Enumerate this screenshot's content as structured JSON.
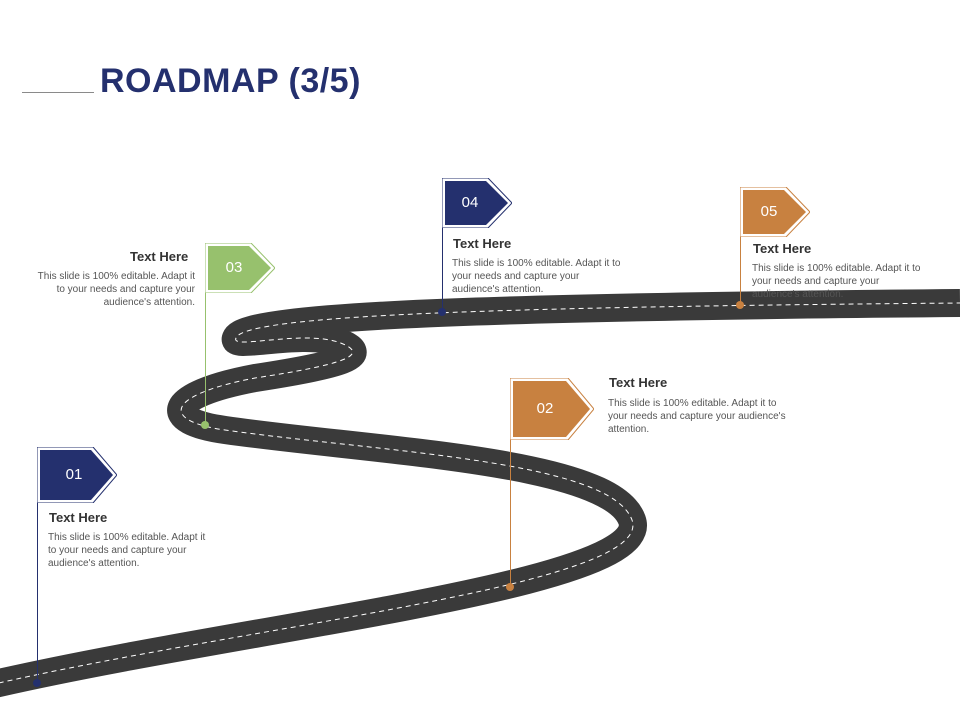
{
  "title": "ROADMAP (3/5)",
  "colors": {
    "navy": "#24306e",
    "green": "#97c16d",
    "orange": "#c88140",
    "road": "#3a3a3a",
    "title": "#24306e"
  },
  "milestones": [
    {
      "num": "01",
      "heading": "Text Here",
      "text": "This slide is 100% editable. Adapt it to your needs and capture your audience's attention.",
      "color": "navy"
    },
    {
      "num": "02",
      "heading": "Text Here",
      "text": "This slide is 100% editable. Adapt it to your needs and capture your audience's attention.",
      "color": "orange"
    },
    {
      "num": "03",
      "heading": "Text Here",
      "text": "This slide is 100% editable. Adapt it to your needs and capture your audience's attention.",
      "color": "green"
    },
    {
      "num": "04",
      "heading": "Text Here",
      "text": "This slide is 100% editable. Adapt it to your needs and capture your audience's attention.",
      "color": "navy"
    },
    {
      "num": "05",
      "heading": "Text Here",
      "text": "This slide is 100% editable. Adapt it to your needs and capture your audience's attention.",
      "color": "orange"
    }
  ]
}
